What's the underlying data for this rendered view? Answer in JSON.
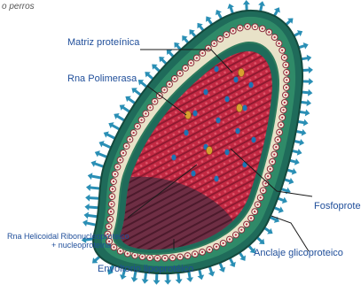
{
  "caption": "o perros",
  "labels": {
    "matrix": "Matriz proteínica",
    "polymerase": "Rna Polimerasa",
    "phosphoprotein": "Fosfoproteína",
    "helical_rna_line1": "Rna Helicoidal Ribonucleoproteico",
    "helical_rna_line2": "+ nucleoproteína",
    "envelope": "Envoltorio lipoprotéico",
    "glycoprotein": "Anclaje glicoproteico"
  },
  "colors": {
    "label_text": "#1f4e9a",
    "leader_line": "#1a1a1a",
    "spikes": "#2a8fb5",
    "outer_membrane": "#1f6b5a",
    "matrix_ring": "#e8e2c8",
    "inner_membrane": "#2d7a5c",
    "interior": "#c42a44",
    "dark_region": "#6e2e44",
    "polymerase_dots": "#1d73b3",
    "phospho_dots": "#d8a030"
  }
}
